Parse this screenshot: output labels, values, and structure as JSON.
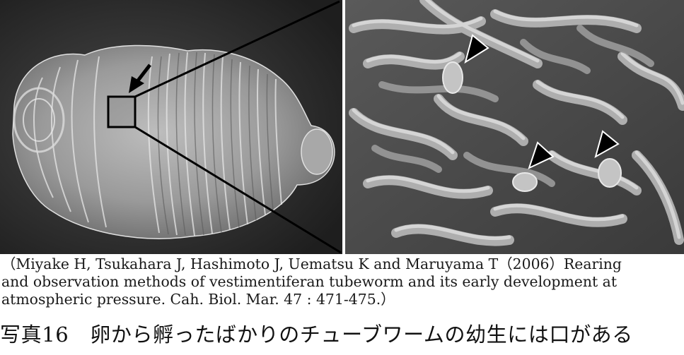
{
  "figure": {
    "left_panel": "whole-larva-sem-image",
    "right_panel": "magnified-surface-sem-image",
    "marker_icons": [
      "black-arrow-icon",
      "arrowhead-icon",
      "arrowhead-icon",
      "arrowhead-icon"
    ]
  },
  "citation": {
    "lines": [
      "（Miyake H, Tsukahara J, Hashimoto J, Uematsu K and Maruyama T（2006）Rearing",
      "and observation methods of vestimentiferan tubeworm and its early development at",
      "atmospheric pressure. Cah. Biol. Mar. 47 : 471-475.）"
    ]
  },
  "caption": {
    "label": "写真16",
    "text": "卵から孵ったばかりのチューブワームの幼生には口がある"
  },
  "colors": {
    "background": "#ffffff",
    "text": "#111111",
    "sem_dark": "#2a2a2a",
    "sem_light": "#c8c8c8"
  }
}
